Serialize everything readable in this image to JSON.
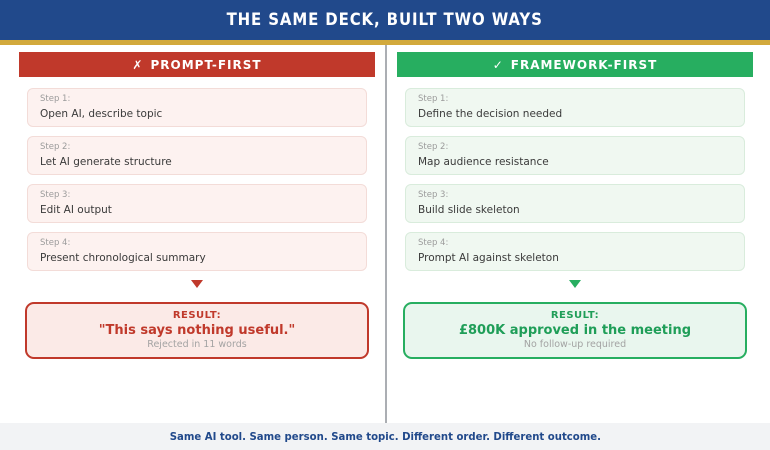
{
  "header": {
    "title": "THE SAME DECK, BUILT TWO WAYS"
  },
  "columns": [
    {
      "id": "prompt-first",
      "icon": "✗",
      "title": "PROMPT-FIRST",
      "steps": [
        {
          "label": "Step 1:",
          "text": "Open AI, describe topic"
        },
        {
          "label": "Step 2:",
          "text": "Let AI generate structure"
        },
        {
          "label": "Step 3:",
          "text": "Edit AI output"
        },
        {
          "label": "Step 4:",
          "text": "Present chronological summary"
        }
      ],
      "result": {
        "label": "RESULT:",
        "main": "\"This says nothing useful.\"",
        "sub": "Rejected in 11 words"
      }
    },
    {
      "id": "framework-first",
      "icon": "✓",
      "title": "FRAMEWORK-FIRST",
      "steps": [
        {
          "label": "Step 1:",
          "text": "Define the decision needed"
        },
        {
          "label": "Step 2:",
          "text": "Map audience resistance"
        },
        {
          "label": "Step 3:",
          "text": "Build slide skeleton"
        },
        {
          "label": "Step 4:",
          "text": "Prompt AI against skeleton"
        }
      ],
      "result": {
        "label": "RESULT:",
        "main": "£800K approved in the meeting",
        "sub": "No follow-up required"
      }
    }
  ],
  "footer": {
    "text": "Same AI tool. Same person. Same topic. Different order. Different outcome."
  },
  "colors": {
    "brand-blue": "#21498B",
    "accent-gold": "#D2A93C",
    "negative-red": "#C0392B",
    "positive-green": "#27AE60"
  }
}
